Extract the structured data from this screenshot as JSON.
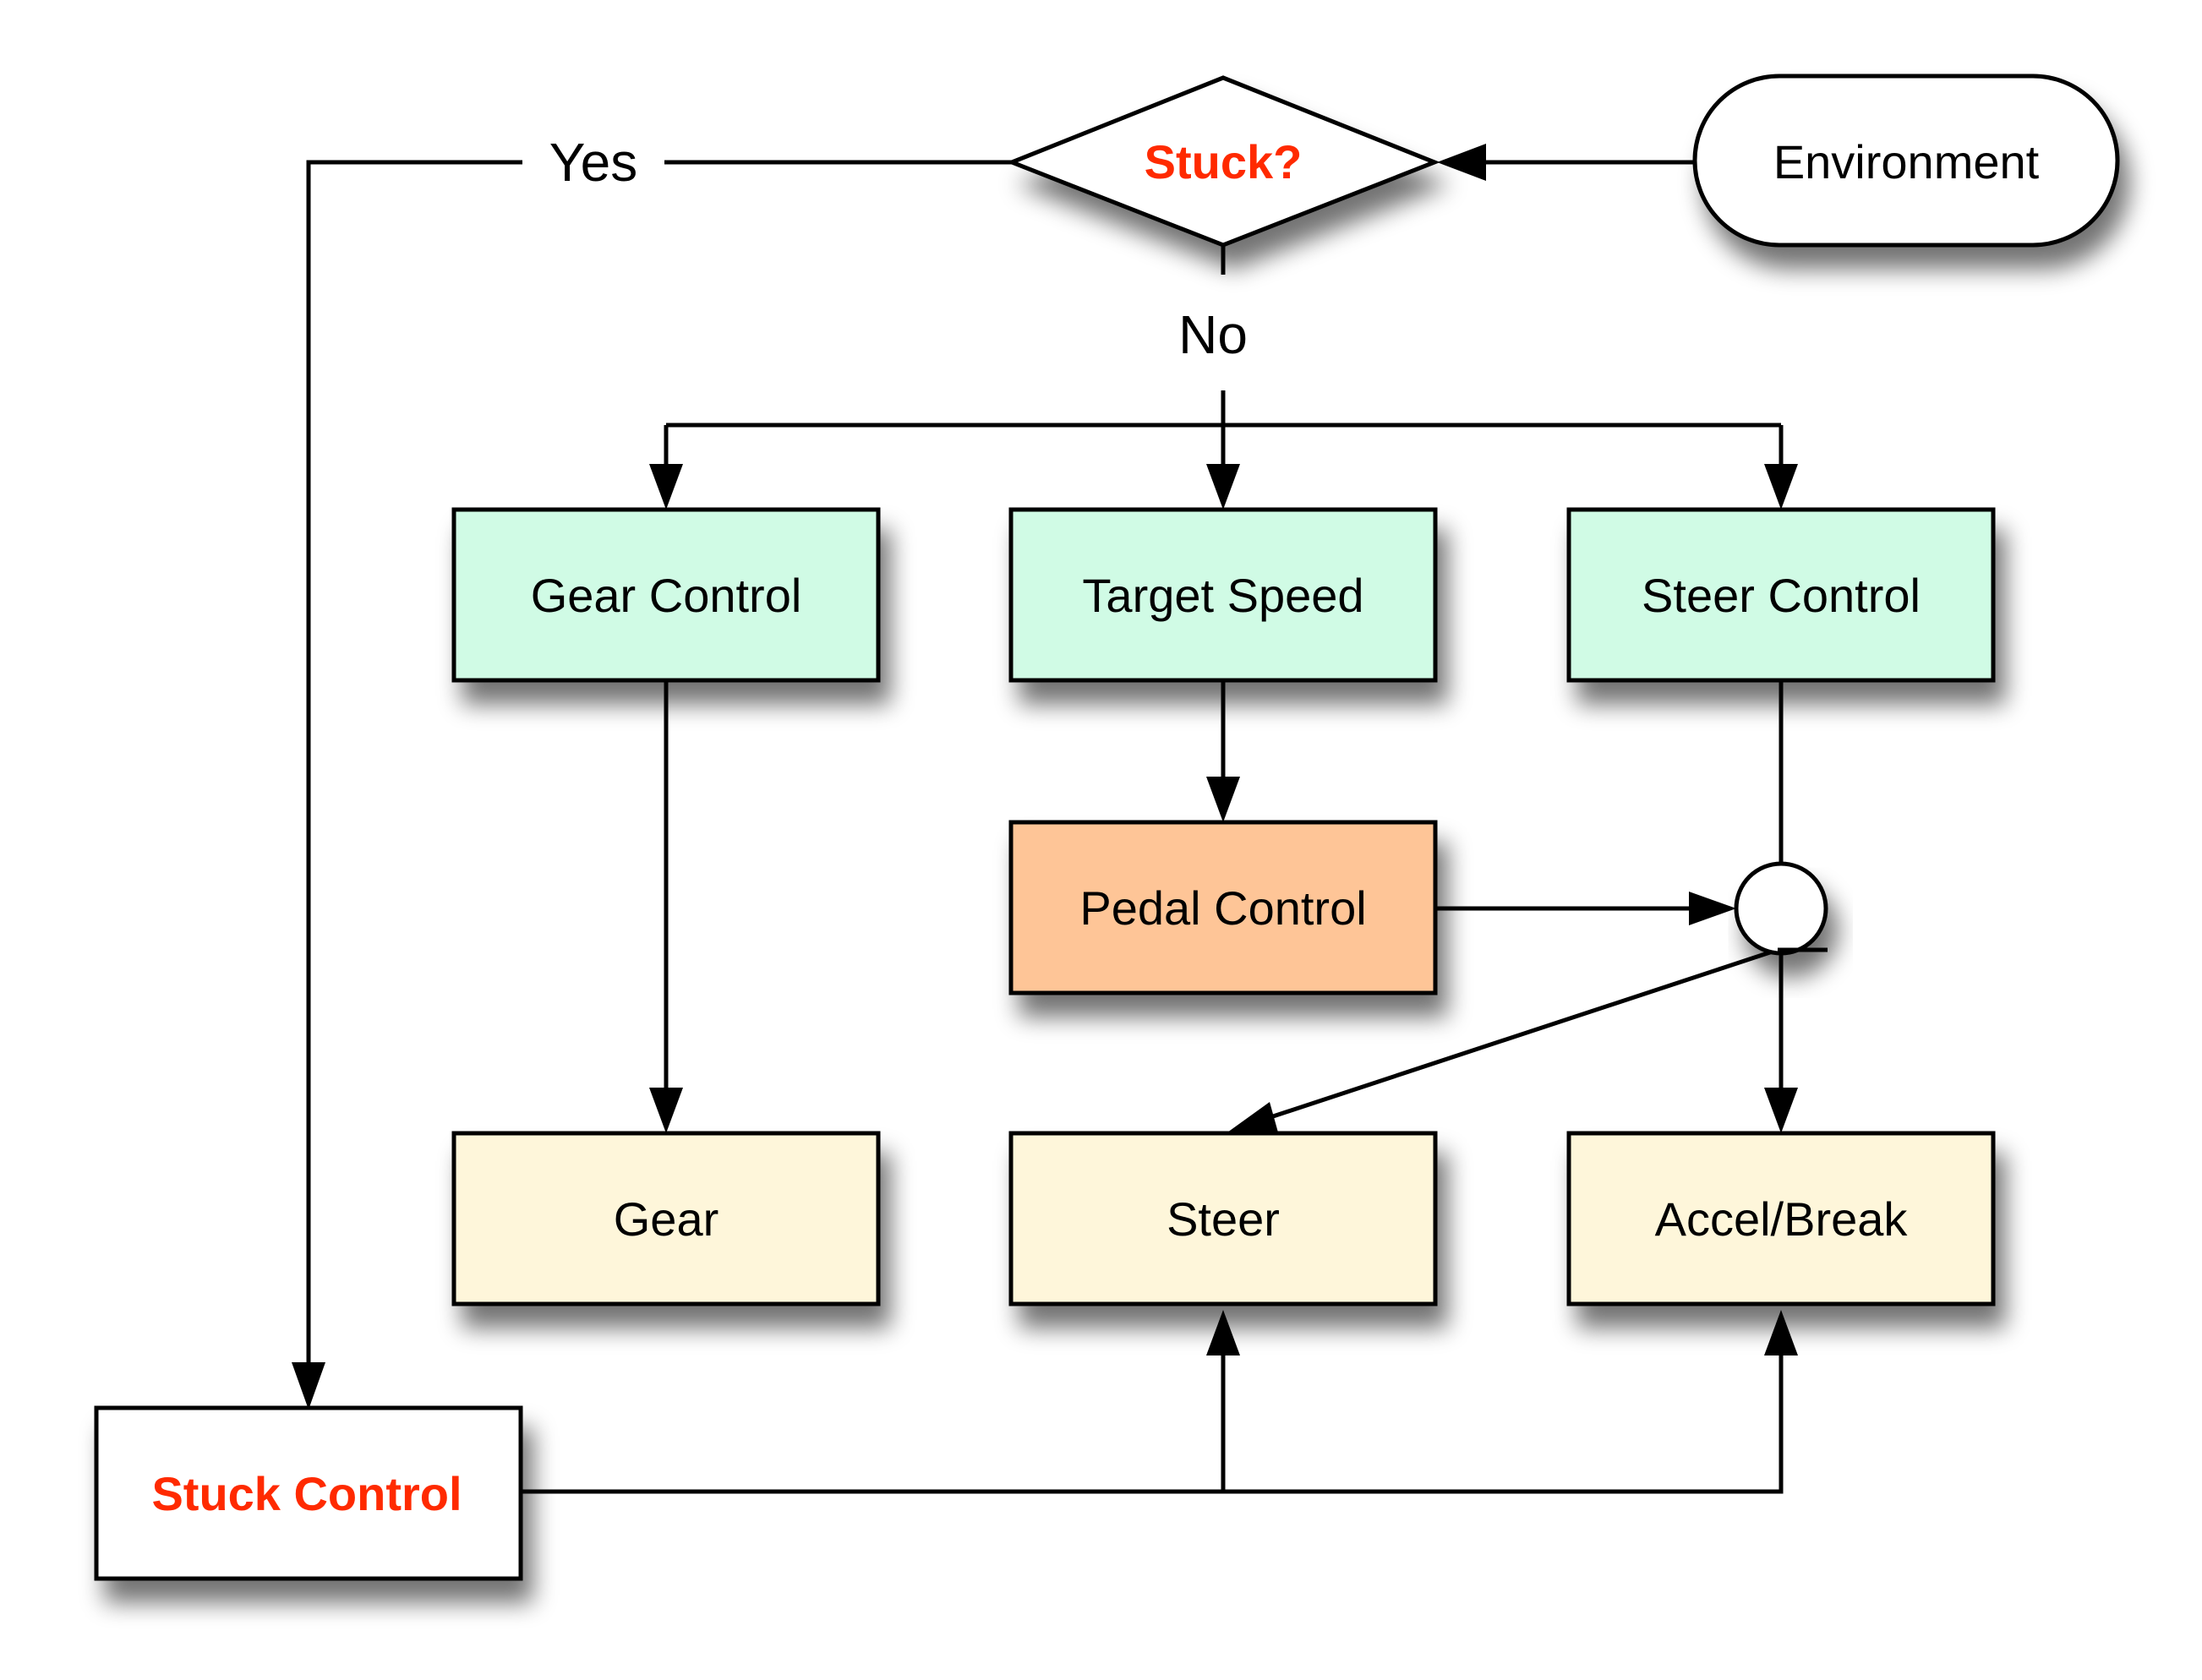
{
  "diagram": {
    "decision": {
      "label": "Stuck?",
      "color": "#ff2a00"
    },
    "environment": {
      "label": "Environment"
    },
    "edges": {
      "yes": "Yes",
      "no": "No"
    },
    "controllers": {
      "gear_control": "Gear Control",
      "target_speed": "Target Speed",
      "steer_control": "Steer Control",
      "pedal_control": "Pedal Control",
      "stuck_control": "Stuck Control"
    },
    "outputs": {
      "gear": "Gear",
      "steer": "Steer",
      "accel_break": "Accel/Break"
    },
    "colors": {
      "controller_fill": "#d0fbe5",
      "pedal_fill": "#fec597",
      "output_fill": "#fef6da",
      "stuck_fill": "#ffffff",
      "alert_text": "#ff2a00"
    }
  }
}
